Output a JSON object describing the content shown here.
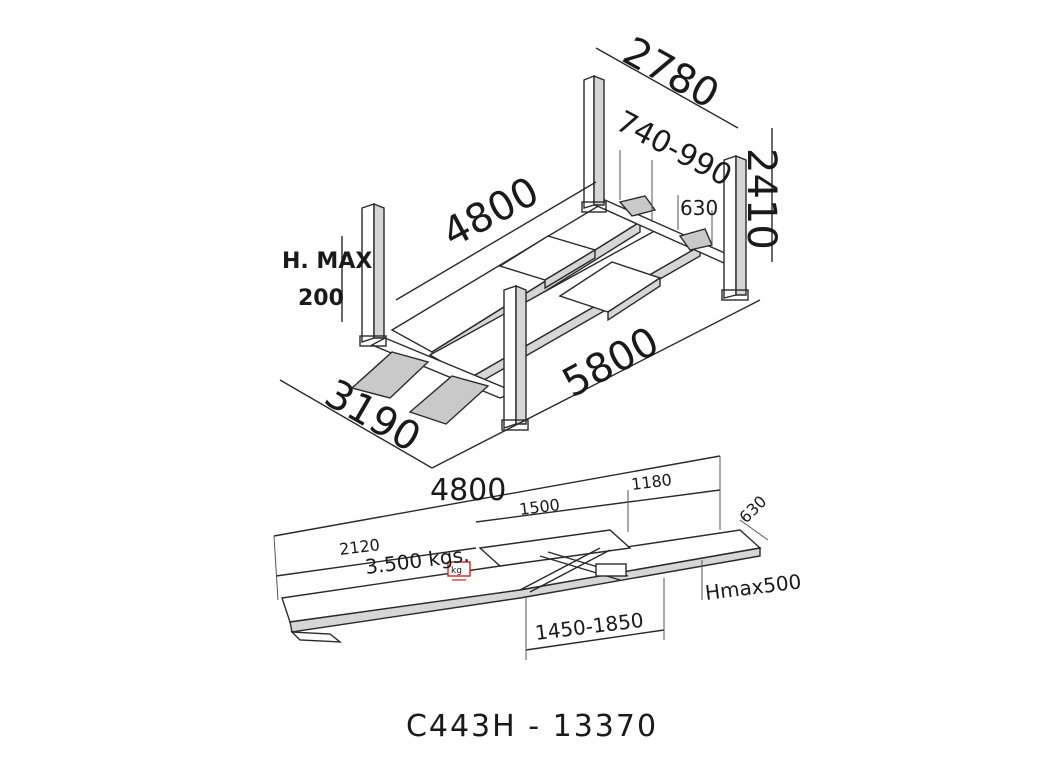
{
  "top_view": {
    "dim_width_top": "2780",
    "dim_wheel_track": "740-990",
    "dim_runway_width": "630",
    "dim_height": "2410",
    "dim_length_inner": "4800",
    "dim_length_total": "5800",
    "dim_width_total": "3190",
    "hmax_label": "H. MAX",
    "hmax_value": "200"
  },
  "side_view": {
    "dim_length": "4800",
    "dim_jack_len": "1500",
    "dim_front": "1180",
    "dim_rear": "2120",
    "capacity": "3.500 kgs.",
    "weight_icon_label": "kg",
    "dim_runway": "630",
    "dim_jack_range": "1450-1850",
    "hmax_jack": "Hmax500"
  },
  "model": "C443H - 13370",
  "colors": {
    "line": "#2a2a2a",
    "accent": "#d62020"
  }
}
